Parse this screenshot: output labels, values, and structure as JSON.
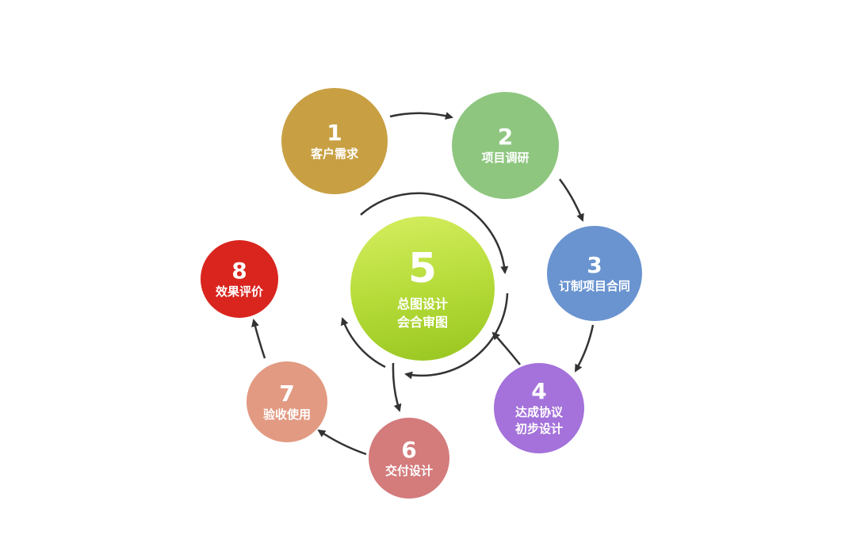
{
  "steps": [
    {
      "num": "1",
      "line1": "客户需求",
      "line2": "",
      "color": "#C8A043"
    },
    {
      "num": "2",
      "line1": "项目调研",
      "line2": "",
      "color": "#8EC67F"
    },
    {
      "num": "3",
      "line1": "订制项目合同",
      "line2": "",
      "color": "#6A94D0"
    },
    {
      "num": "4",
      "line1": "达成协议",
      "line2": "初步设计",
      "color": "#A472DA"
    },
    {
      "num": "5",
      "line1": "总图设计",
      "line2": "会合审图",
      "color": "#A8D232"
    },
    {
      "num": "6",
      "line1": "交付设计",
      "line2": "",
      "color": "#D47B7C"
    },
    {
      "num": "7",
      "line1": "验收使用",
      "line2": "",
      "color": "#E29A82"
    },
    {
      "num": "8",
      "line1": "效果评价",
      "line2": "",
      "color": "#D9251E"
    }
  ]
}
